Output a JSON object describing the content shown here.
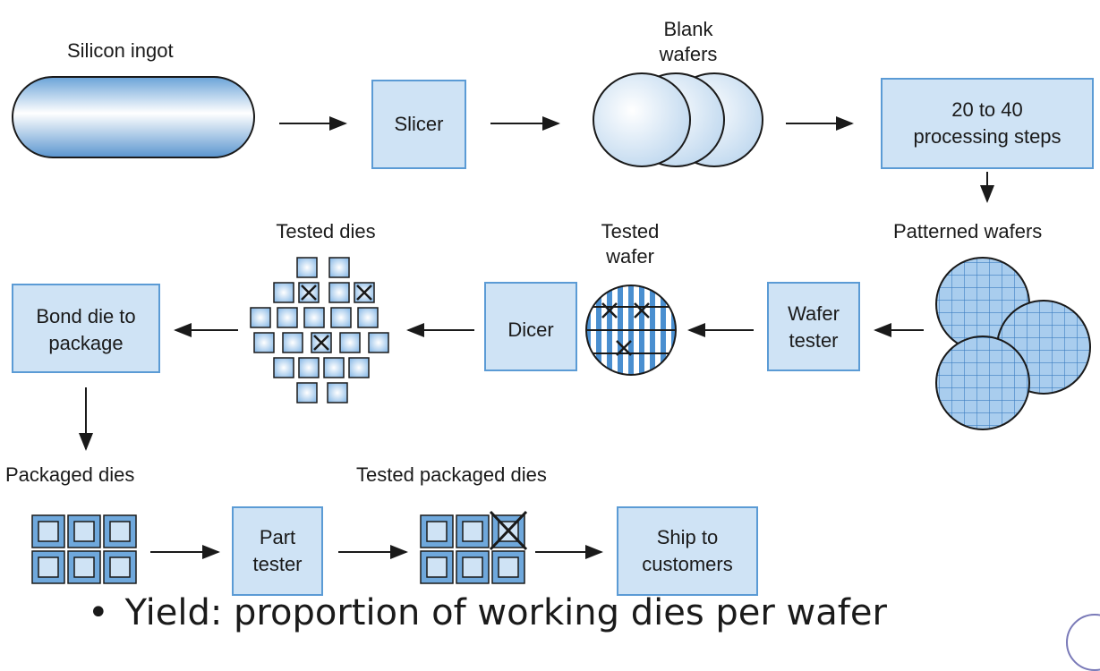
{
  "labels": {
    "silicon_ingot": "Silicon ingot",
    "blank_wafers_1": "Blank",
    "blank_wafers_2": "wafers",
    "patterned_wafers": "Patterned wafers",
    "tested_wafer_1": "Tested",
    "tested_wafer_2": "wafer",
    "tested_dies": "Tested dies",
    "packaged_dies": "Packaged dies",
    "tested_packaged_dies": "Tested packaged dies"
  },
  "boxes": {
    "slicer": "Slicer",
    "processing_1": "20 to 40",
    "processing_2": "processing steps",
    "wafer_tester_1": "Wafer",
    "wafer_tester_2": "tester",
    "dicer": "Dicer",
    "bond_1": "Bond die to",
    "bond_2": "package",
    "part_tester_1": "Part",
    "part_tester_2": "tester",
    "ship_1": "Ship to",
    "ship_2": "customers"
  },
  "bullet": "Yield: proportion of working dies per wafer",
  "colors": {
    "box_fill": "#cfe3f5",
    "box_stroke": "#5b9bd5",
    "wafer_blue": "#4a8fd0",
    "grid_fill": "#a9cdee",
    "text": "#1a1a1a"
  }
}
